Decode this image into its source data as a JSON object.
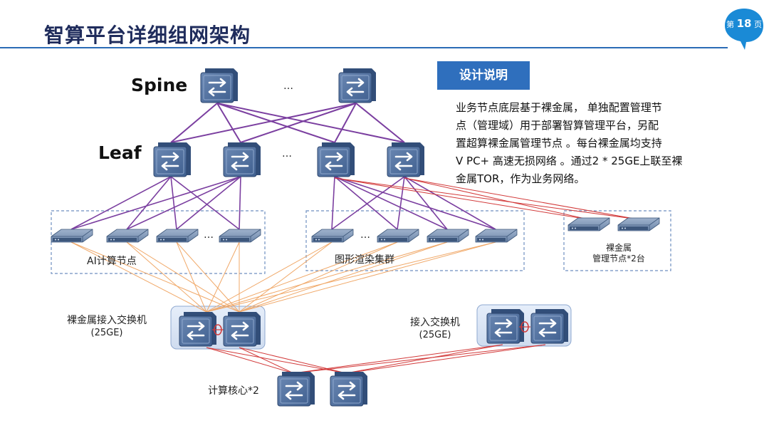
{
  "page": {
    "title": "智算平台详细组网架构",
    "badge_prefix": "第",
    "badge_number": "18",
    "badge_suffix": "页"
  },
  "tiers": {
    "spine": "Spine",
    "leaf": "Leaf",
    "ellipsis": "…"
  },
  "groups": {
    "ai_compute": "AI计算节点",
    "render_cluster": "图形渲染集群",
    "bm_mgmt_line1": "裸金属",
    "bm_mgmt_line2": "管理节点*2台"
  },
  "switches": {
    "bm_access_line1": "裸金属接入交换机",
    "bm_access_line2": "(25GE)",
    "access_line1": "接入交换机",
    "access_line2": "(25GE)",
    "core": "计算核心*2"
  },
  "design_note": {
    "title": "设计说明",
    "lines": [
      "业务节点底层基于裸金属， 单独配置管理节",
      "点（管理域）用于部署智算管理平台，另配",
      "置超算裸金属管理节点 。每台裸金属均支持",
      "V PC+ 高速无损网络 。通过2 * 25GE上联至裸",
      "金属TOR，作为业务网络。"
    ]
  },
  "colors": {
    "title": "#1f2c5c",
    "rule": "#2a6bb6",
    "accent_box": "#2f6fbd",
    "purple_link": "#7b3fa0",
    "red_link": "#d23a3a",
    "orange_link": "#f0a868",
    "switch_face": "#4e6d99",
    "dashed_group": "#6f8fc0"
  }
}
